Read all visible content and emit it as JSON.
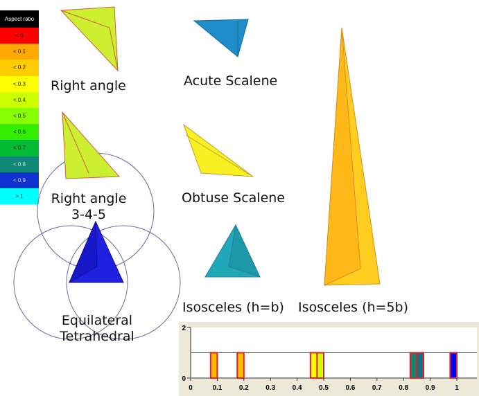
{
  "legend": {
    "title": "Aspect ratio",
    "items": [
      {
        "label": "< 0",
        "color": "#ff0000"
      },
      {
        "label": "< 0.1",
        "color": "#ffaa00"
      },
      {
        "label": "< 0.2",
        "color": "#ffcc00"
      },
      {
        "label": "< 0.3",
        "color": "#ffff00"
      },
      {
        "label": "< 0.4",
        "color": "#ccff00"
      },
      {
        "label": "< 0.5",
        "color": "#88ff00"
      },
      {
        "label": "< 0.6",
        "color": "#33ee00"
      },
      {
        "label": "< 0.7",
        "color": "#00bb33"
      },
      {
        "label": "< 0.8",
        "color": "#108878"
      },
      {
        "label": "< 0.9",
        "color": "#1030d0"
      },
      {
        "label": "> 1",
        "color": "#00ffff"
      }
    ]
  },
  "labels": {
    "right_angle": "Right angle",
    "acute": "Acute Scalene",
    "right_345_a": "Right angle",
    "right_345_b": "3-4-5",
    "obtuse": "Obtuse Scalene",
    "iso_hb": "Isosceles (h=b)",
    "iso_h5b": "Isosceles (h=5b)",
    "equi_a": "Equilateral",
    "equi_b": "Tetrahedral"
  },
  "chart_data": {
    "type": "bar",
    "title": "",
    "xlabel": "",
    "ylabel": "",
    "xlim": [
      0,
      1.07
    ],
    "ylim": [
      0,
      2
    ],
    "xticks": [
      "0",
      "0.1",
      "0.2",
      "0.3",
      "0.4",
      "0.5",
      "0.6",
      "0.7",
      "0.8",
      "0.9",
      "1"
    ],
    "yticks": [
      "0",
      "2"
    ],
    "grid": false,
    "bins": [
      {
        "x0": 0.075,
        "x1": 0.1,
        "count": 1,
        "color": "#ffbb00"
      },
      {
        "x0": 0.175,
        "x1": 0.2,
        "count": 1,
        "color": "#ffbb00"
      },
      {
        "x0": 0.45,
        "x1": 0.475,
        "count": 1,
        "color": "#ffff00"
      },
      {
        "x0": 0.475,
        "x1": 0.5,
        "count": 1,
        "color": "#ccff00"
      },
      {
        "x0": 0.825,
        "x1": 0.85,
        "count": 1,
        "color": "#108870"
      },
      {
        "x0": 0.85,
        "x1": 0.875,
        "count": 1,
        "color": "#107090"
      },
      {
        "x0": 0.975,
        "x1": 1.0,
        "count": 1,
        "color": "#0000ff"
      }
    ]
  }
}
